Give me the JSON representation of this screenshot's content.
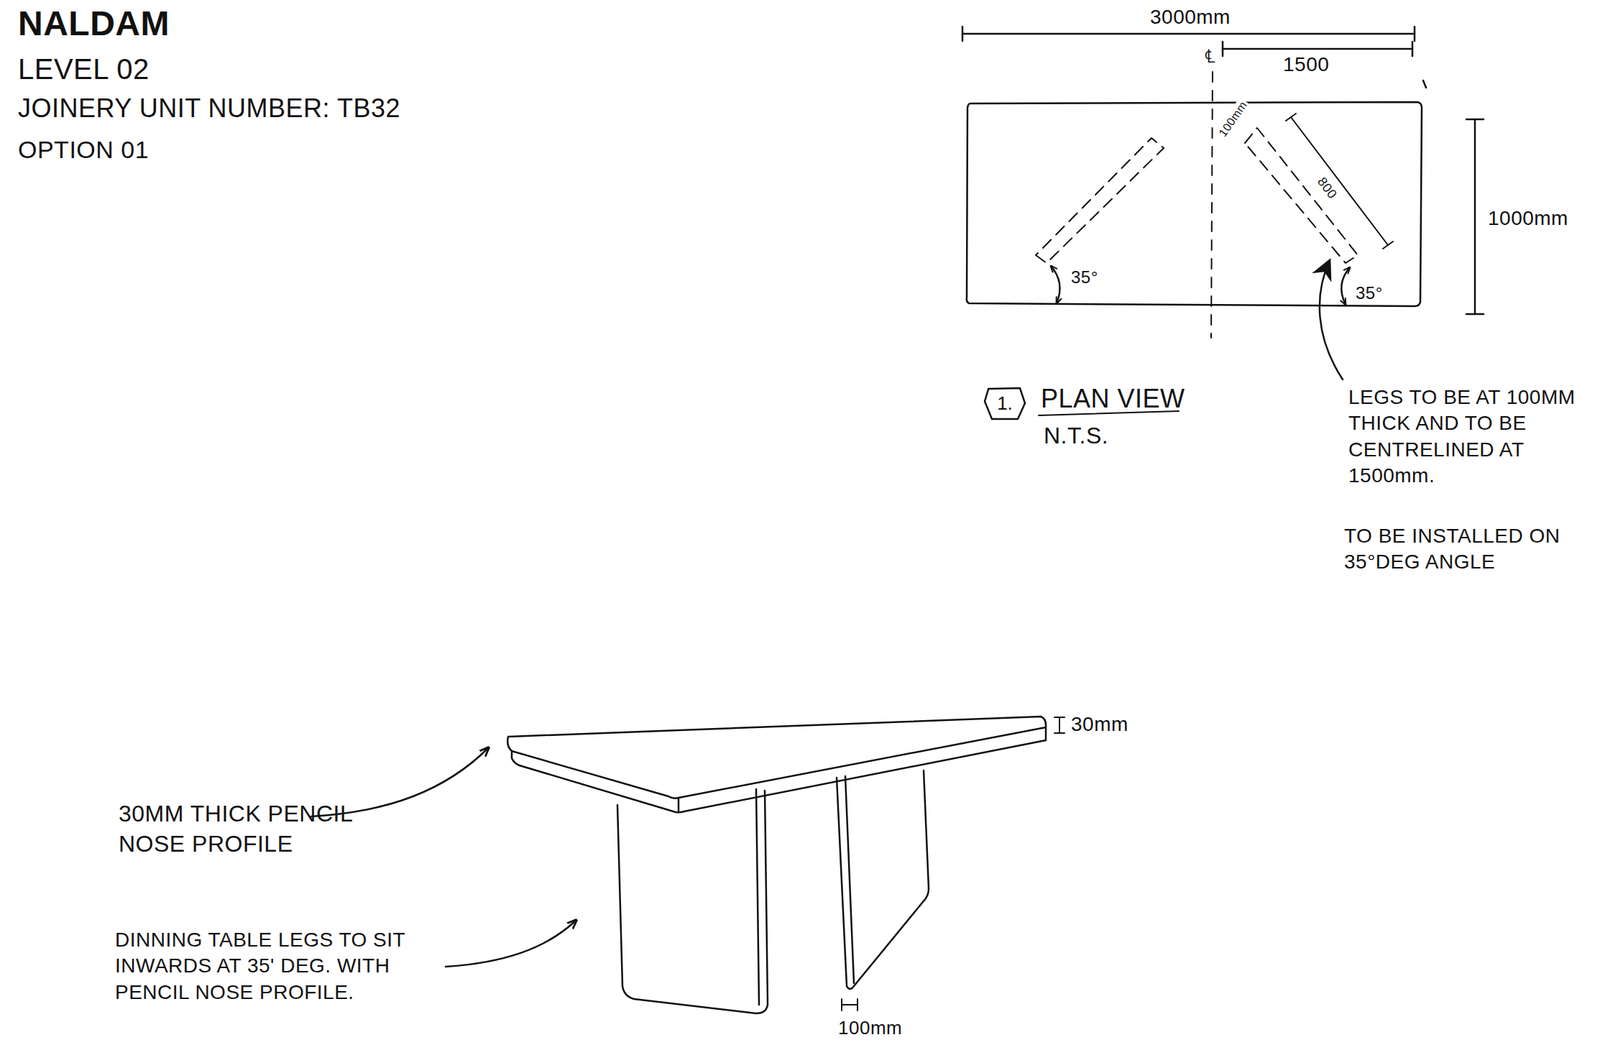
{
  "diagram": {
    "title": "NALDAM",
    "nodes": [
      {
        "text": [
          "1."
        ]
      }
    ],
    "labels": [
      "LEVEL 02",
      "JOINERY UNIT NUMBER: TB32",
      "OPTION 01",
      "3000mm",
      "℄",
      "1500",
      "100mm",
      "800",
      "1000mm",
      "35°",
      "35°",
      "PLAN VIEW",
      "N.T.S.",
      "LEGS TO BE AT 100MM THICK AND TO BE CENTRELINED AT 1500mm.",
      "TO BE INSTALLED ON 35°DEG ANGLE",
      "30mm",
      "30MM THICK PENCIL NOSE PROFILE",
      "DINNING TABLE LEGS TO SIT INWARDS AT 35' DEG. WITH PENCIL NOSE PROFILE.",
      "100mm"
    ]
  }
}
